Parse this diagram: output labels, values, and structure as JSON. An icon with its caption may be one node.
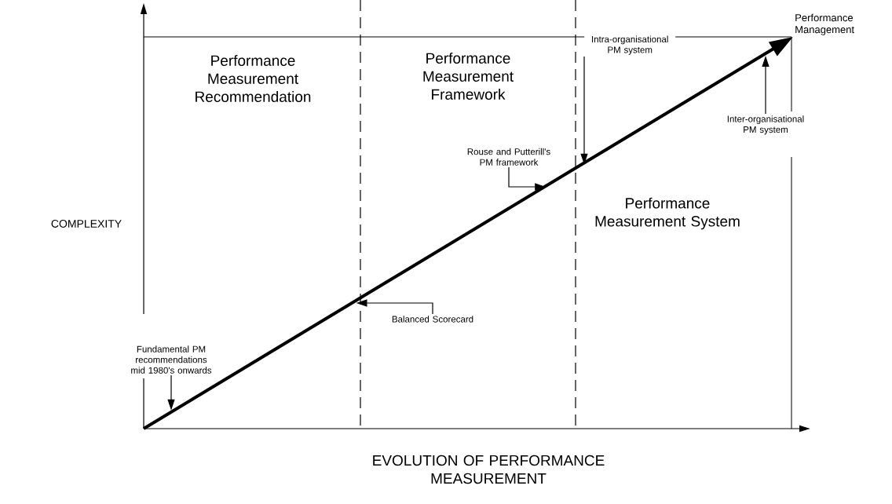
{
  "diagram": {
    "nodes": [
      {
        "text": [
          "Performance Management"
        ]
      },
      {
        "text": [
          "Intra-organisational PM system"
        ]
      },
      {
        "text": [
          "Inter-organisational PM system"
        ]
      },
      {
        "text": [
          "Rouse and Putterill's PM framework"
        ]
      },
      {
        "text": [
          "Balanced Scorecard"
        ]
      },
      {
        "text": [
          "Fundamental PM recommendations mid 1980's onwards"
        ]
      }
    ],
    "edges": [
      {
        "from": null,
        "to": 0,
        "arrow": "to",
        "style": "thick"
      },
      {
        "from": 1,
        "to": null,
        "arrow": "to"
      },
      {
        "from": 2,
        "to": null,
        "arrow": "to"
      },
      {
        "from": 3,
        "to": null,
        "arrow": "to"
      },
      {
        "from": 4,
        "to": null,
        "arrow": "to"
      },
      {
        "from": 5,
        "to": null,
        "arrow": "to"
      }
    ],
    "labels": [
      "Performance Measurement Recommendation",
      "Performance Measurement Framework",
      "Performance Measurement System",
      "COMPLEXITY",
      "EVOLUTION OF PERFORMANCE MEASUREMENT"
    ]
  }
}
